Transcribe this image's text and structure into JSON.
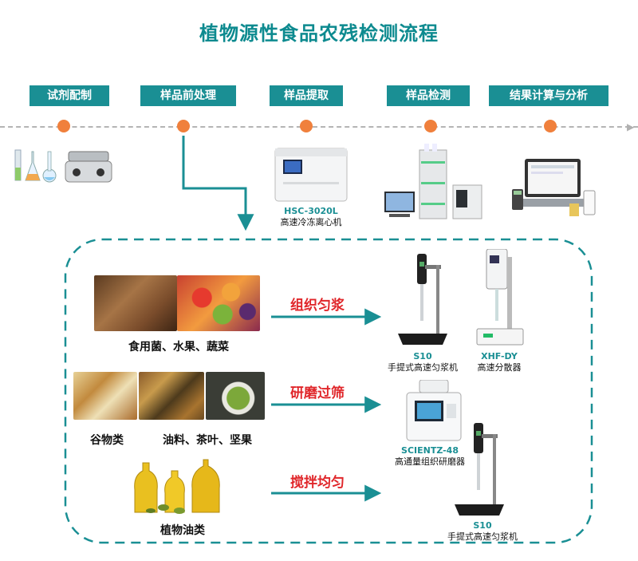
{
  "title": "植物源性食品农残检测流程",
  "steps": [
    "试剂配制",
    "样品前处理",
    "样品提取",
    "样品检测",
    "结果计算与分析"
  ],
  "centrifuge": {
    "model": "HSC-3020L",
    "name": "高速冷冻离心机"
  },
  "groups": [
    {
      "foods": [
        "食用菌、水果、蔬菜"
      ],
      "process": "组织匀浆"
    },
    {
      "foods": [
        "谷物类",
        "油料、茶叶、坚果"
      ],
      "process": "研磨过筛"
    },
    {
      "foods": [
        "植物油类"
      ],
      "process": "搅拌均匀"
    }
  ],
  "devices": {
    "s10a": {
      "model": "S10",
      "name": "手提式高速匀浆机"
    },
    "xhf": {
      "model": "XHF-DY",
      "name": "高速分散器"
    },
    "scientz": {
      "model": "SCIENTZ-48",
      "name": "高通量组织研磨器"
    },
    "s10b": {
      "model": "S10",
      "name": "手提式高速匀浆机"
    }
  },
  "colors": {
    "accent": "#1a8f94",
    "dot": "#f0803c",
    "process": "#e0262a",
    "dash": "#1a8f94"
  }
}
